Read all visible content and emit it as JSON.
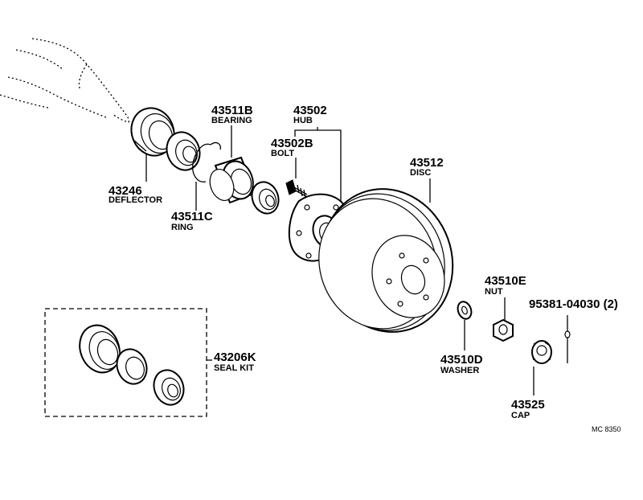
{
  "parts": {
    "deflector": {
      "number": "43246",
      "name": "DEFLECTOR"
    },
    "bearing": {
      "number": "43511B",
      "name": "BEARING"
    },
    "ring": {
      "number": "43511C",
      "name": "RING"
    },
    "hub": {
      "number": "43502",
      "name": "HUB"
    },
    "bolt": {
      "number": "43502B",
      "name": "BOLT"
    },
    "disc": {
      "number": "43512",
      "name": "DISC"
    },
    "nut": {
      "number": "43510E",
      "name": "NUT"
    },
    "washer": {
      "number": "43510D",
      "name": "WASHER"
    },
    "cotter_pin": {
      "number": "95381-04030 (2)"
    },
    "cap": {
      "number": "43525",
      "name": "CAP"
    },
    "seal_kit": {
      "number": "43206K",
      "name": "SEAL KIT"
    }
  },
  "drawing_code": "MC 8350"
}
